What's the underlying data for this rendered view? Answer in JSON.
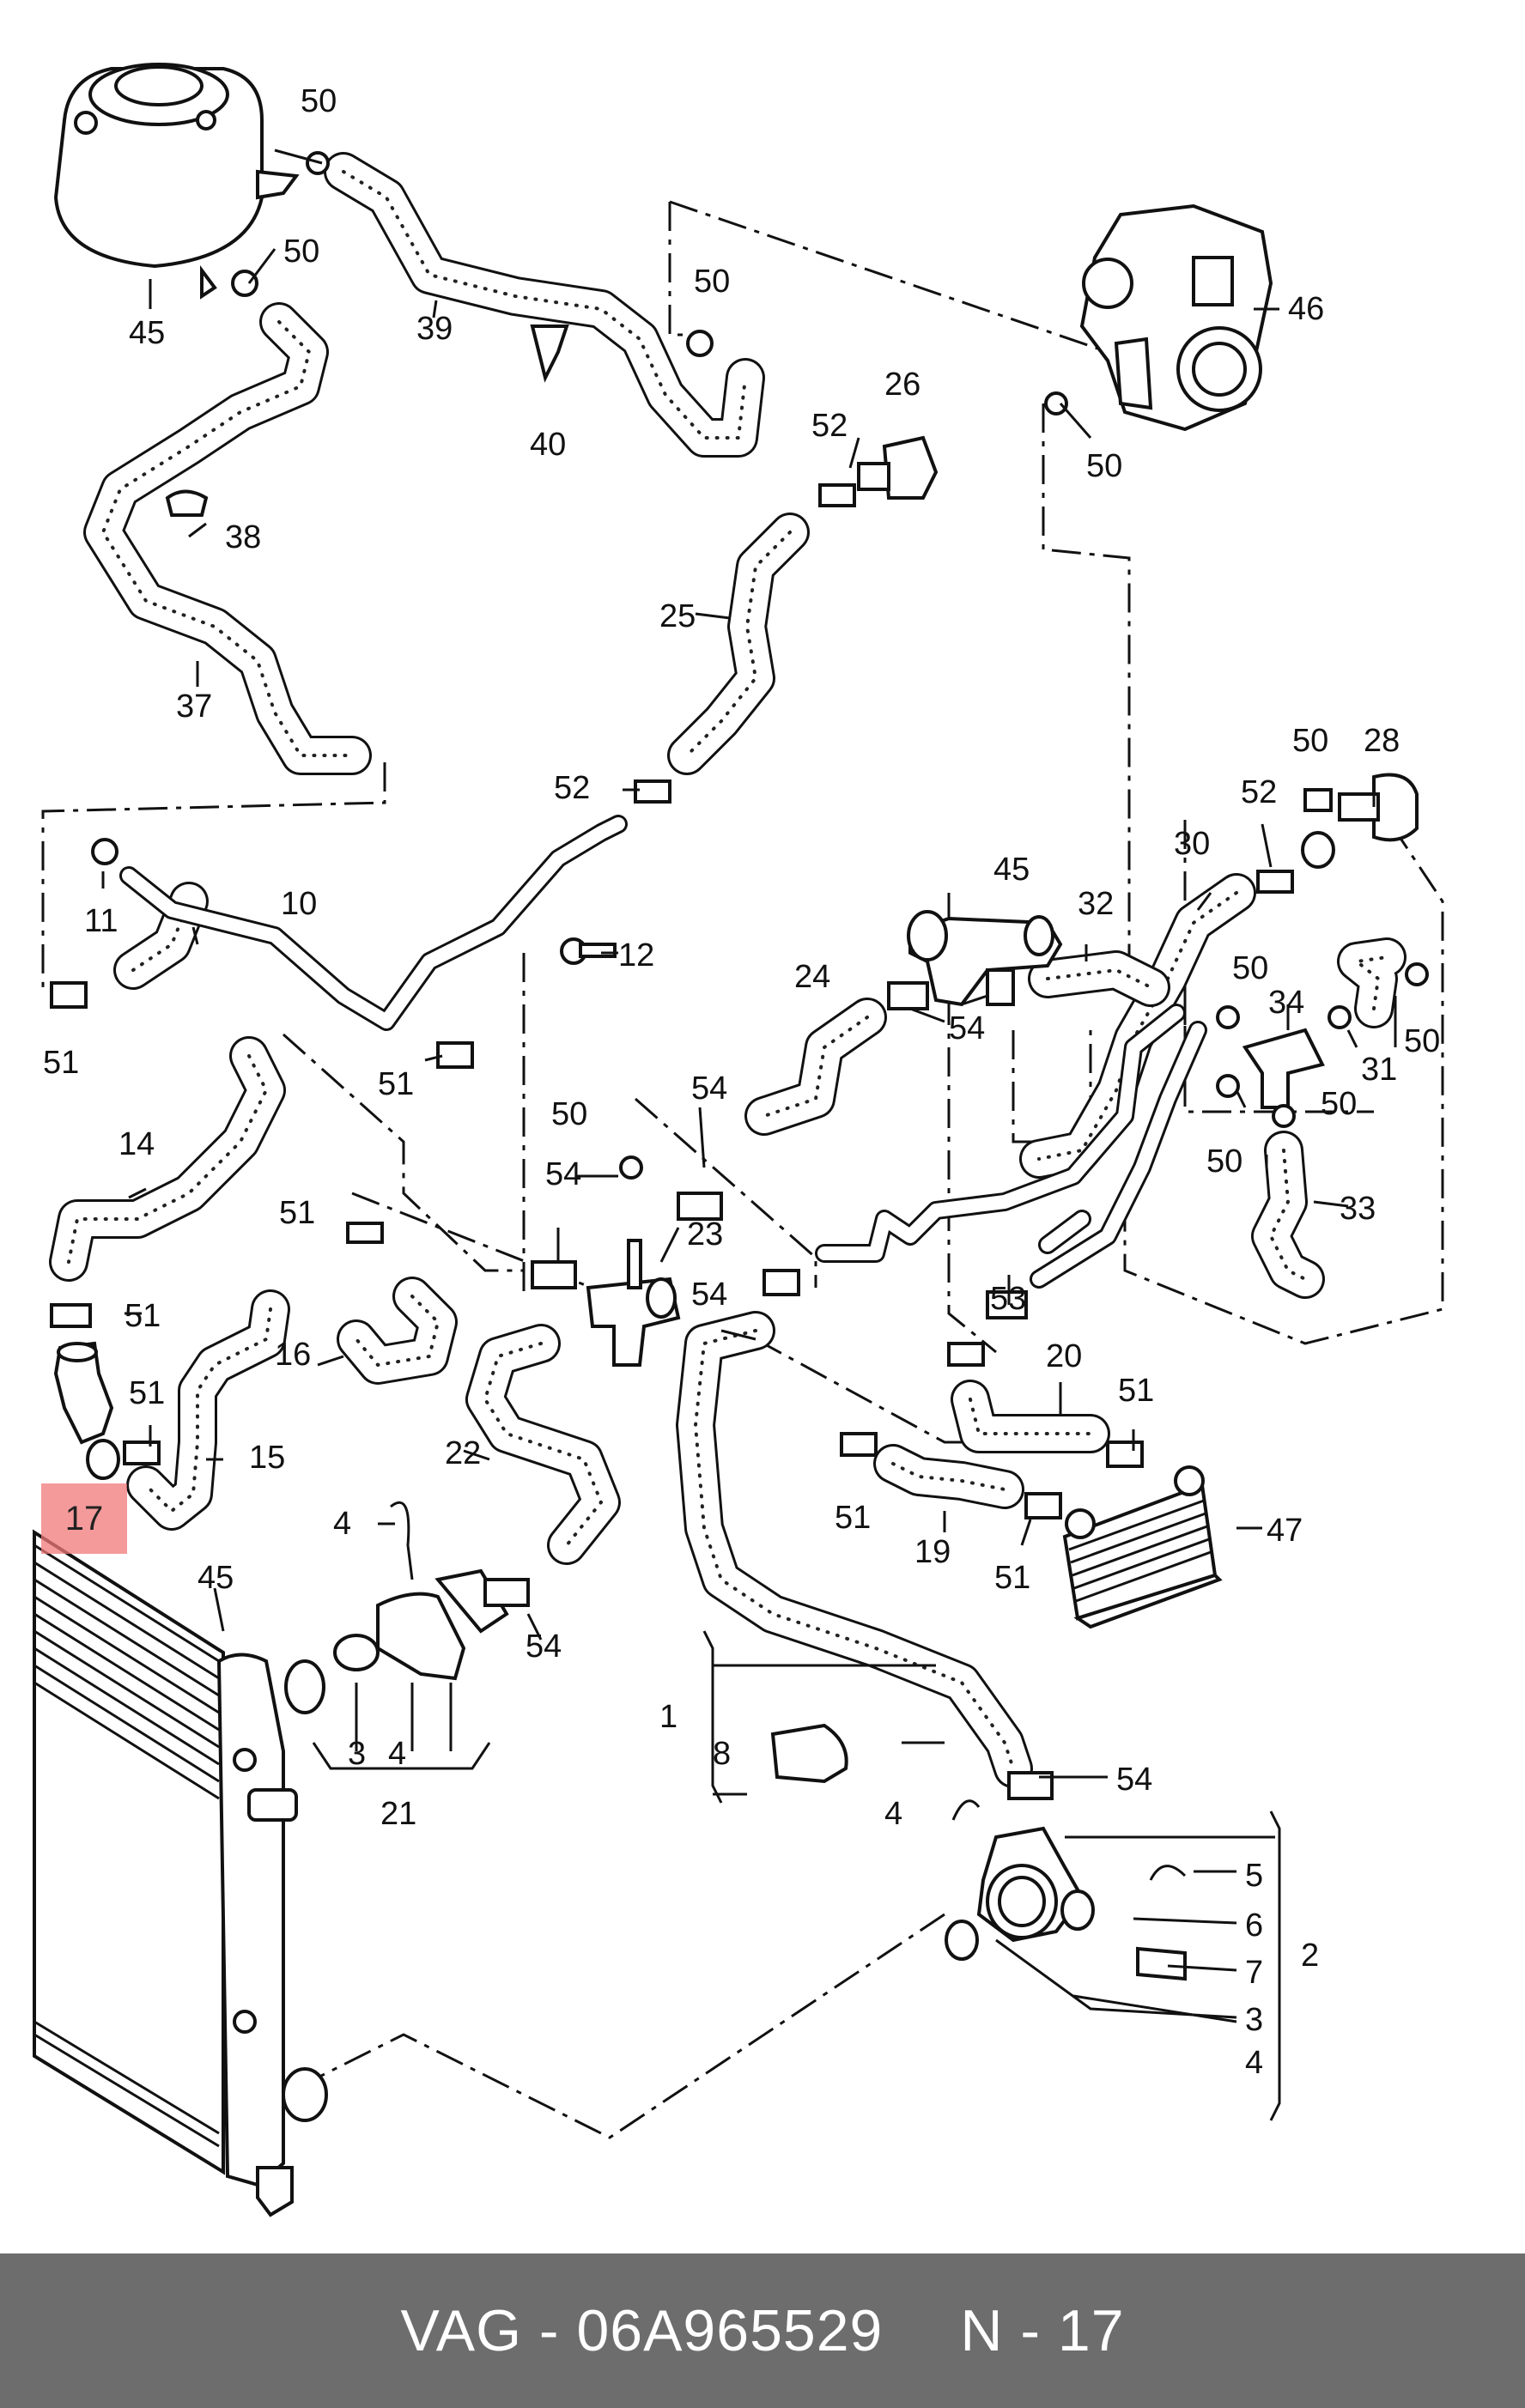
{
  "footer": {
    "brand_part": "VAG - 06A965529",
    "position": "N - 17"
  },
  "highlight": {
    "label": "17",
    "color": "#f07878"
  },
  "colors": {
    "footer_bg": "#6d6d6d",
    "footer_text": "#ffffff",
    "highlight": "#f07878",
    "line": "#111111"
  },
  "labels": {
    "l1": "1",
    "l2": "2",
    "l3a": "3",
    "l3b": "3",
    "l4a": "4",
    "l4b": "4",
    "l4c": "4",
    "l4d": "4",
    "l5": "5",
    "l6": "6",
    "l7": "7",
    "l8": "8",
    "l10": "10",
    "l11": "11",
    "l12": "12",
    "l14": "14",
    "l15": "15",
    "l16": "16",
    "l19": "19",
    "l20": "20",
    "l21": "21",
    "l22": "22",
    "l23": "23",
    "l24": "24",
    "l25": "25",
    "l26": "26",
    "l28": "28",
    "l30": "30",
    "l31": "31",
    "l32": "32",
    "l33": "33",
    "l34": "34",
    "l37": "37",
    "l38": "38",
    "l39": "39",
    "l40": "40",
    "l45a": "45",
    "l45b": "45",
    "l45c": "45",
    "l46": "46",
    "l47": "47",
    "l50a": "50",
    "l50b": "50",
    "l50c": "50",
    "l50d": "50",
    "l50e": "50",
    "l50f": "50",
    "l50g": "50",
    "l50h": "50",
    "l50i": "50",
    "l50j": "50",
    "l51a": "51",
    "l51b": "51",
    "l51c": "51",
    "l51d": "51",
    "l51e": "51",
    "l51f": "51",
    "l51g": "51",
    "l51h": "51",
    "l52a": "52",
    "l52b": "52",
    "l52c": "52",
    "l53": "53",
    "l54a": "54",
    "l54b": "54",
    "l54c": "54",
    "l54d": "54",
    "l54e": "54",
    "l54f": "54"
  }
}
